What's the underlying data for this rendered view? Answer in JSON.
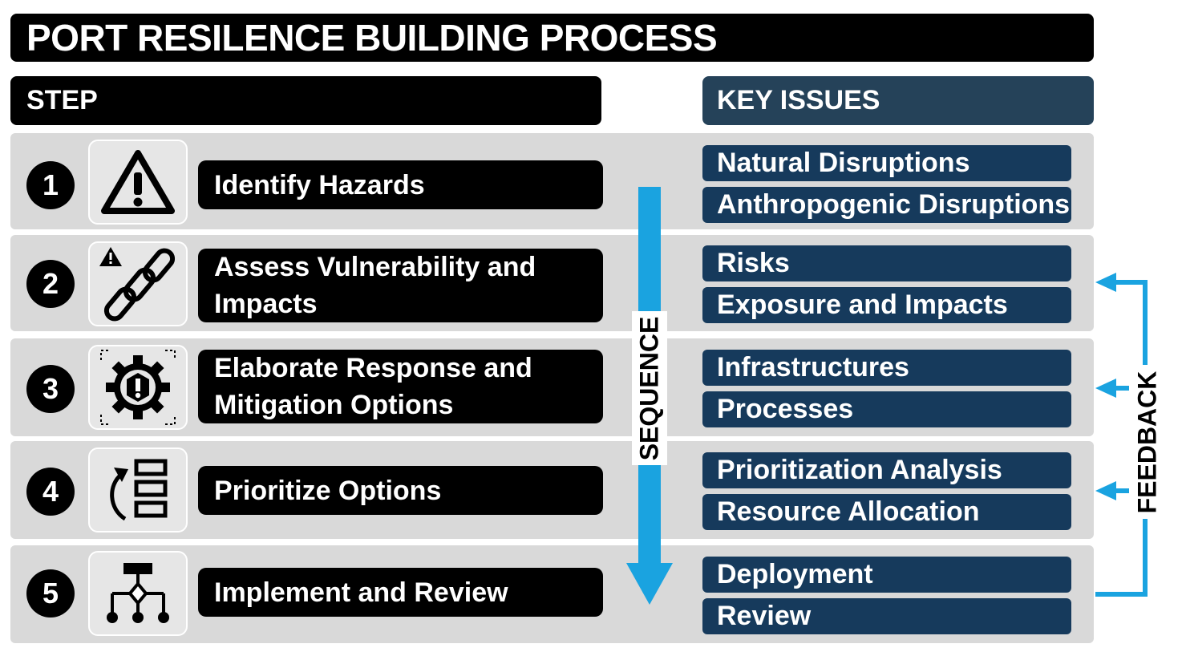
{
  "title": "PORT RESILENCE BUILDING PROCESS",
  "headers": {
    "step": "STEP",
    "key_issues": "KEY ISSUES"
  },
  "steps": [
    {
      "number": "1",
      "label": "Identify Hazards",
      "icon": "warning-triangle-icon",
      "issues": [
        "Natural Disruptions",
        "Anthropogenic Disruptions"
      ]
    },
    {
      "number": "2",
      "label": "Assess Vulnerability and Impacts",
      "icon": "broken-chain-icon",
      "issues": [
        "Risks",
        "Exposure and Impacts"
      ]
    },
    {
      "number": "3",
      "label": "Elaborate Response and Mitigation Options",
      "icon": "gear-alert-icon",
      "issues": [
        "Infrastructures",
        "Processes"
      ]
    },
    {
      "number": "4",
      "label": "Prioritize Options",
      "icon": "prioritize-list-icon",
      "issues": [
        "Prioritization Analysis",
        "Resource Allocation"
      ]
    },
    {
      "number": "5",
      "label": "Implement and Review",
      "icon": "hierarchy-icon",
      "issues": [
        "Deployment",
        "Review"
      ]
    }
  ],
  "sequence_label": "SEQUENCE",
  "feedback_label": "FEEDBACK",
  "colors": {
    "arrow": "#1aa3e0",
    "issue_fill": "#163a5c",
    "header_issue_fill": "#254259",
    "row_bg": "#d9d9d9"
  }
}
